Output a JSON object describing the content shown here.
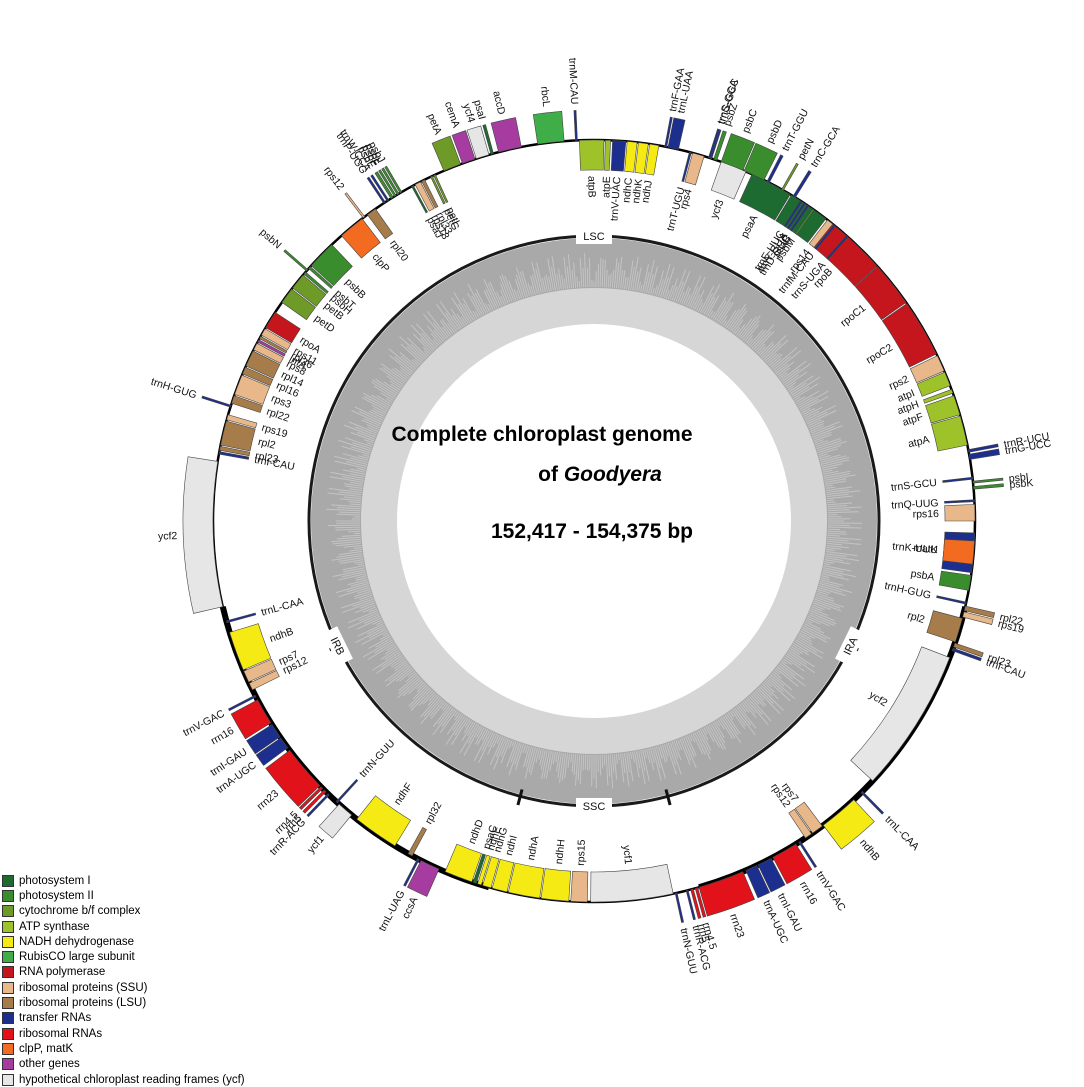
{
  "title": {
    "line1": "Complete chloroplast genome",
    "line2_prefix": "of ",
    "line2_italic": "Goodyera",
    "line3": "152,417 - 154,375 bp"
  },
  "regions": [
    {
      "label": "LSC",
      "angle": 0
    },
    {
      "label": "IRA",
      "angle": 116
    },
    {
      "label": "SSC",
      "angle": 180
    },
    {
      "label": "IRB",
      "angle": 244
    }
  ],
  "legend": [
    {
      "label": "photosystem I",
      "color": "#1e6b32"
    },
    {
      "label": "photosystem II",
      "color": "#3a8d2d"
    },
    {
      "label": "cytochrome b/f complex",
      "color": "#6e9a28"
    },
    {
      "label": "ATP synthase",
      "color": "#9ec22a"
    },
    {
      "label": "NADH dehydrogenase",
      "color": "#f5ea14"
    },
    {
      "label": "RubisCO large subunit",
      "color": "#3fae49"
    },
    {
      "label": "RNA polymerase",
      "color": "#c4161c"
    },
    {
      "label": "ribosomal proteins (SSU)",
      "color": "#e8b88a"
    },
    {
      "label": "ribosomal proteins (LSU)",
      "color": "#a67c4a"
    },
    {
      "label": "transfer RNAs",
      "color": "#1c2f8f"
    },
    {
      "label": "ribosomal RNAs",
      "color": "#e2121b"
    },
    {
      "label": "clpP, matK",
      "color": "#f26b21"
    },
    {
      "label": "other genes",
      "color": "#a63ca0"
    },
    {
      "label": "hypothetical chloroplast reading frames (ycf)",
      "color": "#e6e6e6"
    }
  ],
  "genes": [
    {
      "name": "trnG-GCC",
      "cat": "transfer RNAs",
      "s": 17.5,
      "e": 18.0,
      "side": "out"
    },
    {
      "name": "psbZ",
      "cat": "photosystem II",
      "s": 18.3,
      "e": 18.8,
      "side": "out"
    },
    {
      "name": "psbC",
      "cat": "photosystem II",
      "s": 19.5,
      "e": 23.0,
      "side": "out"
    },
    {
      "name": "psbD",
      "cat": "photosystem II",
      "s": 23.2,
      "e": 26.5,
      "side": "out"
    },
    {
      "name": "trnT-GGU",
      "cat": "transfer RNAs",
      "s": 27.0,
      "e": 27.4,
      "side": "out"
    },
    {
      "name": "petN",
      "cat": "cytochrome b/f complex",
      "s": 29.5,
      "e": 29.8,
      "side": "out"
    },
    {
      "name": "trnC-GCA",
      "cat": "transfer RNAs",
      "s": 31.5,
      "e": 31.9,
      "side": "out"
    },
    {
      "name": "rpoB",
      "cat": "RNA polymerase",
      "s": 38.5,
      "e": 48.0,
      "side": "in"
    },
    {
      "name": "rpoC1",
      "cat": "RNA polymerase",
      "s": 48.1,
      "e": 55.0,
      "side": "in"
    },
    {
      "name": "rpoC2",
      "cat": "RNA polymerase",
      "s": 55.2,
      "e": 64.0,
      "side": "in"
    },
    {
      "name": "rps2",
      "cat": "ribosomal proteins (SSU)",
      "s": 64.3,
      "e": 66.8,
      "side": "in"
    },
    {
      "name": "atpI",
      "cat": "ATP synthase",
      "s": 67.0,
      "e": 69.2,
      "side": "in"
    },
    {
      "name": "atpH",
      "cat": "ATP synthase",
      "s": 69.8,
      "e": 70.4,
      "side": "in"
    },
    {
      "name": "atpF",
      "cat": "ATP synthase",
      "s": 70.8,
      "e": 73.8,
      "side": "in"
    },
    {
      "name": "atpA",
      "cat": "ATP synthase",
      "s": 74.0,
      "e": 78.5,
      "side": "in"
    },
    {
      "name": "trnR-UCU",
      "cat": "transfer RNAs",
      "s": 79.2,
      "e": 79.6,
      "side": "out"
    },
    {
      "name": "trnG-UCC",
      "cat": "transfer RNAs",
      "s": 79.9,
      "e": 80.7,
      "side": "out"
    },
    {
      "name": "trnS-GCU",
      "cat": "transfer RNAs",
      "s": 83.4,
      "e": 83.7,
      "side": "in"
    },
    {
      "name": "psbI",
      "cat": "photosystem II",
      "s": 84.0,
      "e": 84.3,
      "side": "out"
    },
    {
      "name": "psbK",
      "cat": "photosystem II",
      "s": 84.8,
      "e": 85.2,
      "side": "out"
    },
    {
      "name": "trnQ-UUG",
      "cat": "transfer RNAs",
      "s": 86.8,
      "e": 87.1,
      "side": "in"
    },
    {
      "name": "rps16",
      "cat": "ribosomal proteins (SSU)",
      "s": 87.5,
      "e": 90.0,
      "side": "in"
    },
    {
      "name": "trnK-UUU",
      "cat": "transfer RNAs",
      "s": 91.8,
      "e": 97.8,
      "side": "in"
    },
    {
      "name": "matK",
      "cat": "clpP, matK",
      "s": 93.0,
      "e": 96.5,
      "side": "in"
    },
    {
      "name": "psbA",
      "cat": "photosystem II",
      "s": 98.2,
      "e": 100.5,
      "side": "in"
    },
    {
      "name": "trnH-GUG",
      "cat": "transfer RNAs",
      "s": 102.3,
      "e": 102.6,
      "side": "in"
    },
    {
      "name": "rpl22",
      "cat": "ribosomal proteins (LSU)",
      "s": 102.9,
      "e": 103.6,
      "side": "out"
    },
    {
      "name": "rps19",
      "cat": "ribosomal proteins (SSU)",
      "s": 103.8,
      "e": 104.6,
      "side": "out"
    },
    {
      "name": "rpl2",
      "cat": "ribosomal proteins (LSU)",
      "s": 104.8,
      "e": 108.5,
      "side": "in"
    },
    {
      "name": "rpl23",
      "cat": "ribosomal proteins (LSU)",
      "s": 108.7,
      "e": 109.3,
      "side": "out"
    },
    {
      "name": "trnI-CAU",
      "cat": "transfer RNAs",
      "s": 109.5,
      "e": 109.9,
      "side": "out"
    },
    {
      "name": "ycf2",
      "cat": "hypothetical chloroplast reading frames (ycf)",
      "s": 111.0,
      "e": 133.0,
      "side": "in"
    },
    {
      "name": "trnL-CAA",
      "cat": "transfer RNAs",
      "s": 135.2,
      "e": 135.5,
      "side": "out"
    },
    {
      "name": "ndhB",
      "cat": "NADH dehydrogenase",
      "s": 137.0,
      "e": 143.0,
      "side": "out"
    },
    {
      "name": "rps7",
      "cat": "ribosomal proteins (SSU)",
      "s": 143.2,
      "e": 145.0,
      "side": "in"
    },
    {
      "name": "rps12",
      "cat": "ribosomal proteins (SSU)",
      "s": 145.2,
      "e": 146.3,
      "side": "in"
    },
    {
      "name": "trnV-GAC",
      "cat": "transfer RNAs",
      "s": 147.2,
      "e": 147.5,
      "side": "out"
    },
    {
      "name": "rrn16",
      "cat": "ribosomal RNAs",
      "s": 148.0,
      "e": 152.0,
      "side": "out"
    },
    {
      "name": "trnI-GAU",
      "cat": "transfer RNAs",
      "s": 152.3,
      "e": 154.5,
      "side": "out"
    },
    {
      "name": "trnA-UGC",
      "cat": "transfer RNAs",
      "s": 154.7,
      "e": 156.5,
      "side": "out"
    },
    {
      "name": "rrn23",
      "cat": "ribosomal RNAs",
      "s": 157.0,
      "e": 164.0,
      "side": "out"
    },
    {
      "name": "rrn4.5",
      "cat": "ribosomal RNAs",
      "s": 164.2,
      "e": 164.6,
      "side": "out"
    },
    {
      "name": "rrn5",
      "cat": "ribosomal RNAs",
      "s": 164.9,
      "e": 165.3,
      "side": "out"
    },
    {
      "name": "trnR-ACG",
      "cat": "transfer RNAs",
      "s": 165.7,
      "e": 166.0,
      "side": "out"
    },
    {
      "name": "trnN-GUU",
      "cat": "transfer RNAs",
      "s": 167.4,
      "e": 167.7,
      "side": "out"
    },
    {
      "name": "ycf1",
      "cat": "hypothetical chloroplast reading frames (ycf)",
      "s": 168.0,
      "e": 180.5,
      "side": "in"
    },
    {
      "name": "rps15",
      "cat": "ribosomal proteins (SSU)",
      "s": 181.0,
      "e": 183.5,
      "side": "in"
    },
    {
      "name": "ndhH",
      "cat": "NADH dehydrogenase",
      "s": 183.8,
      "e": 188.0,
      "side": "in"
    },
    {
      "name": "ndhA",
      "cat": "NADH dehydrogenase",
      "s": 188.2,
      "e": 193.0,
      "side": "in"
    },
    {
      "name": "ndhI",
      "cat": "NADH dehydrogenase",
      "s": 193.2,
      "e": 195.5,
      "side": "in"
    },
    {
      "name": "ndhG",
      "cat": "NADH dehydrogenase",
      "s": 195.7,
      "e": 197.0,
      "side": "in"
    },
    {
      "name": "ndhE",
      "cat": "NADH dehydrogenase",
      "s": 197.2,
      "e": 197.8,
      "side": "in"
    },
    {
      "name": "psaC",
      "cat": "photosystem I",
      "s": 198.0,
      "e": 198.5,
      "side": "in"
    },
    {
      "name": "ndhD",
      "cat": "NADH dehydrogenase",
      "s": 198.7,
      "e": 203.0,
      "side": "in"
    },
    {
      "name": "ccsA",
      "cat": "other genes",
      "s": 204.0,
      "e": 207.0,
      "side": "out"
    },
    {
      "name": "trnL-UAG",
      "cat": "transfer RNAs",
      "s": 207.3,
      "e": 207.6,
      "side": "out"
    },
    {
      "name": "rpl32",
      "cat": "ribosomal proteins (LSU)",
      "s": 208.5,
      "e": 209.2,
      "side": "in"
    },
    {
      "name": "ndhF",
      "cat": "NADH dehydrogenase",
      "s": 211.5,
      "e": 218.5,
      "side": "in"
    },
    {
      "name": "ycf1",
      "cat": "hypothetical chloroplast reading frames (ycf)",
      "s": 219.5,
      "e": 222.0,
      "side": "out"
    },
    {
      "name": "trnN-GUU",
      "cat": "transfer RNAs",
      "s": 222.3,
      "e": 222.6,
      "side": "in"
    },
    {
      "name": "trnR-ACG",
      "cat": "transfer RNAs",
      "s": 224.0,
      "e": 224.3,
      "side": "out"
    },
    {
      "name": "rrn5",
      "cat": "ribosomal RNAs",
      "s": 224.7,
      "e": 225.1,
      "side": "out"
    },
    {
      "name": "rrn4.5",
      "cat": "ribosomal RNAs",
      "s": 225.4,
      "e": 225.8,
      "side": "out"
    },
    {
      "name": "rrn23",
      "cat": "ribosomal RNAs",
      "s": 226.0,
      "e": 233.0,
      "side": "out"
    },
    {
      "name": "trnA-UGC",
      "cat": "transfer RNAs",
      "s": 233.5,
      "e": 235.3,
      "side": "out"
    },
    {
      "name": "trnI-GAU",
      "cat": "transfer RNAs",
      "s": 235.5,
      "e": 237.7,
      "side": "out"
    },
    {
      "name": "rrn16",
      "cat": "ribosomal RNAs",
      "s": 238.0,
      "e": 242.0,
      "side": "out"
    },
    {
      "name": "trnV-GAC",
      "cat": "transfer RNAs",
      "s": 242.5,
      "e": 242.8,
      "side": "out"
    },
    {
      "name": "rps12",
      "cat": "ribosomal proteins (SSU)",
      "s": 243.7,
      "e": 244.8,
      "side": "in"
    },
    {
      "name": "rps7",
      "cat": "ribosomal proteins (SSU)",
      "s": 245.0,
      "e": 246.8,
      "side": "in"
    },
    {
      "name": "ndhB",
      "cat": "NADH dehydrogenase",
      "s": 247.0,
      "e": 253.0,
      "side": "in"
    },
    {
      "name": "trnL-CAA",
      "cat": "transfer RNAs",
      "s": 254.5,
      "e": 254.8,
      "side": "in"
    },
    {
      "name": "ycf2",
      "cat": "hypothetical chloroplast reading frames (ycf)",
      "s": 257.0,
      "e": 279.0,
      "side": "out"
    },
    {
      "name": "trnI-CAU",
      "cat": "transfer RNAs",
      "s": 280.1,
      "e": 280.5,
      "side": "in"
    },
    {
      "name": "rpl23",
      "cat": "ribosomal proteins (LSU)",
      "s": 280.7,
      "e": 281.3,
      "side": "in"
    },
    {
      "name": "rpl2",
      "cat": "ribosomal proteins (LSU)",
      "s": 281.5,
      "e": 285.2,
      "side": "in"
    },
    {
      "name": "rps19",
      "cat": "ribosomal proteins (SSU)",
      "s": 285.4,
      "e": 286.2,
      "side": "in"
    },
    {
      "name": "trnH-GUG",
      "cat": "transfer RNAs",
      "s": 287.4,
      "e": 287.7,
      "side": "out"
    },
    {
      "name": "rpl22",
      "cat": "ribosomal proteins (LSU)",
      "s": 288.0,
      "e": 289.2,
      "side": "in"
    },
    {
      "name": "rps3",
      "cat": "ribosomal proteins (SSU)",
      "s": 289.4,
      "e": 292.5,
      "side": "in"
    },
    {
      "name": "rpl16",
      "cat": "ribosomal proteins (LSU)",
      "s": 292.7,
      "e": 293.8,
      "side": "in"
    },
    {
      "name": "rpl14",
      "cat": "ribosomal proteins (LSU)",
      "s": 294.0,
      "e": 296.5,
      "side": "in"
    },
    {
      "name": "rps8",
      "cat": "ribosomal proteins (SSU)",
      "s": 296.7,
      "e": 297.8,
      "side": "in"
    },
    {
      "name": "infA",
      "cat": "other genes",
      "s": 298.0,
      "e": 298.4,
      "side": "in"
    },
    {
      "name": "rpl36",
      "cat": "ribosomal proteins (LSU)",
      "s": 298.6,
      "e": 299.0,
      "side": "in"
    },
    {
      "name": "rps11",
      "cat": "ribosomal proteins (SSU)",
      "s": 299.2,
      "e": 300.3,
      "side": "in"
    },
    {
      "name": "rpoA",
      "cat": "RNA polymerase",
      "s": 300.5,
      "e": 303.2,
      "side": "in"
    },
    {
      "name": "petD",
      "cat": "cytochrome b/f complex",
      "s": 305.0,
      "e": 307.5,
      "side": "in"
    },
    {
      "name": "petB",
      "cat": "cytochrome b/f complex",
      "s": 307.7,
      "e": 310.2,
      "side": "in"
    },
    {
      "name": "psbH",
      "cat": "photosystem II",
      "s": 310.4,
      "e": 310.8,
      "side": "in"
    },
    {
      "name": "psbN",
      "cat": "photosystem II",
      "s": 311.0,
      "e": 311.3,
      "side": "out"
    },
    {
      "name": "psbT",
      "cat": "photosystem II",
      "s": 311.5,
      "e": 311.9,
      "side": "in"
    },
    {
      "name": "psbB",
      "cat": "photosystem II",
      "s": 312.1,
      "e": 316.5,
      "side": "in"
    },
    {
      "name": "clpP",
      "cat": "clpP, matK",
      "s": 318.5,
      "e": 322.5,
      "side": "in"
    },
    {
      "name": "rps12",
      "cat": "ribosomal proteins (SSU)",
      "s": 322.7,
      "e": 323.0,
      "side": "out"
    },
    {
      "name": "rpl20",
      "cat": "ribosomal proteins (LSU)",
      "s": 323.5,
      "e": 325.0,
      "side": "in"
    },
    {
      "name": "trnP-UGG",
      "cat": "transfer RNAs",
      "s": 326.5,
      "e": 326.8,
      "side": "out"
    },
    {
      "name": "trnW-CCA",
      "cat": "transfer RNAs",
      "s": 327.1,
      "e": 327.4,
      "side": "out"
    },
    {
      "name": "psbE",
      "cat": "photosystem II",
      "s": 327.8,
      "e": 328.2,
      "side": "out"
    },
    {
      "name": "psbF",
      "cat": "photosystem II",
      "s": 328.4,
      "e": 328.7,
      "side": "out"
    },
    {
      "name": "psbL",
      "cat": "photosystem II",
      "s": 328.9,
      "e": 329.2,
      "side": "out"
    },
    {
      "name": "psbJ",
      "cat": "photosystem II",
      "s": 329.4,
      "e": 329.7,
      "side": "out"
    },
    {
      "name": "psaJ",
      "cat": "photosystem I",
      "s": 331.4,
      "e": 331.7,
      "side": "in"
    },
    {
      "name": "rps18",
      "cat": "ribosomal proteins (SSU)",
      "s": 332.0,
      "e": 332.9,
      "side": "in"
    },
    {
      "name": "rpl33",
      "cat": "ribosomal proteins (LSU)",
      "s": 333.1,
      "e": 333.6,
      "side": "in"
    },
    {
      "name": "petG",
      "cat": "cytochrome b/f complex",
      "s": 334.6,
      "e": 334.9,
      "side": "in"
    },
    {
      "name": "petL",
      "cat": "cytochrome b/f complex",
      "s": 335.1,
      "e": 335.4,
      "side": "in"
    },
    {
      "name": "petA",
      "cat": "cytochrome b/f complex",
      "s": 336.8,
      "e": 339.5,
      "side": "out"
    },
    {
      "name": "cemA",
      "cat": "other genes",
      "s": 339.8,
      "e": 341.8,
      "side": "out"
    },
    {
      "name": "ycf4",
      "cat": "hypothetical chloroplast reading frames (ycf)",
      "s": 342.0,
      "e": 344.0,
      "side": "out"
    },
    {
      "name": "psaI",
      "cat": "photosystem I",
      "s": 344.3,
      "e": 344.7,
      "side": "out"
    },
    {
      "name": "accD",
      "cat": "other genes",
      "s": 345.5,
      "e": 349.0,
      "side": "out"
    },
    {
      "name": "rbcL",
      "cat": "RubisCO large subunit",
      "s": 351.5,
      "e": 355.5,
      "side": "out"
    },
    {
      "name": "trnM-CAU",
      "cat": "transfer RNAs",
      "s": 357.2,
      "e": 357.5,
      "side": "out"
    },
    {
      "name": "atpB",
      "cat": "ATP synthase",
      "s": 357.8,
      "e": 361.5,
      "side": "in"
    },
    {
      "name": "atpE",
      "cat": "ATP synthase",
      "s": 361.7,
      "e": 362.5,
      "side": "in"
    },
    {
      "name": "trnV-UAC",
      "cat": "transfer RNAs",
      "s": 362.8,
      "e": 364.8,
      "side": "in"
    },
    {
      "name": "ndhC",
      "cat": "NADH dehydrogenase",
      "s": 365.0,
      "e": 366.5,
      "side": "in"
    },
    {
      "name": "ndhK",
      "cat": "NADH dehydrogenase",
      "s": 366.7,
      "e": 368.2,
      "side": "in"
    },
    {
      "name": "ndhJ",
      "cat": "NADH dehydrogenase",
      "s": 368.4,
      "e": 369.8,
      "side": "in"
    },
    {
      "name": "trnF-GAA",
      "cat": "transfer RNAs",
      "s": 370.7,
      "e": 371.0,
      "side": "out"
    },
    {
      "name": "trnL-UAA",
      "cat": "transfer RNAs",
      "s": 371.2,
      "e": 372.8,
      "side": "out"
    },
    {
      "name": "trnT-UGU",
      "cat": "transfer RNAs",
      "s": 374.5,
      "e": 374.8,
      "side": "in"
    },
    {
      "name": "rps4",
      "cat": "ribosomal proteins (SSU)",
      "s": 375.0,
      "e": 376.8,
      "side": "in"
    },
    {
      "name": "trnS-GGA",
      "cat": "transfer RNAs",
      "s": 377.5,
      "e": 377.8,
      "side": "out"
    },
    {
      "name": "ycf3",
      "cat": "hypothetical chloroplast reading frames (ycf)",
      "s": 379.5,
      "e": 383.5,
      "side": "in"
    },
    {
      "name": "psaA",
      "cat": "photosystem I",
      "s": 384.5,
      "e": 391.0,
      "side": "in"
    },
    {
      "name": "psaB",
      "cat": "photosystem I",
      "s": 391.2,
      "e": 397.5,
      "side": "in"
    },
    {
      "name": "rps14",
      "cat": "ribosomal proteins (SSU)",
      "s": 397.8,
      "e": 398.8,
      "side": "in"
    },
    {
      "name": "trnfM-CAU",
      "cat": "transfer RNAs",
      "s": 399.0,
      "e": 399.3,
      "side": "in"
    },
    {
      "name": "trnS-UGA",
      "cat": "transfer RNAs",
      "s": 401.5,
      "e": 401.8,
      "side": "in"
    },
    {
      "name": "trnE-UUC",
      "cat": "transfer RNAs",
      "s": 32.8,
      "e": 33.1,
      "side": "in"
    },
    {
      "name": "trnY-GUA",
      "cat": "transfer RNAs",
      "s": 33.4,
      "e": 33.7,
      "side": "in"
    },
    {
      "name": "trnD-GUC",
      "cat": "transfer RNAs",
      "s": 34.0,
      "e": 34.3,
      "side": "in"
    },
    {
      "name": "psbM",
      "cat": "photosystem II",
      "s": 35.0,
      "e": 35.3,
      "side": "in"
    }
  ]
}
